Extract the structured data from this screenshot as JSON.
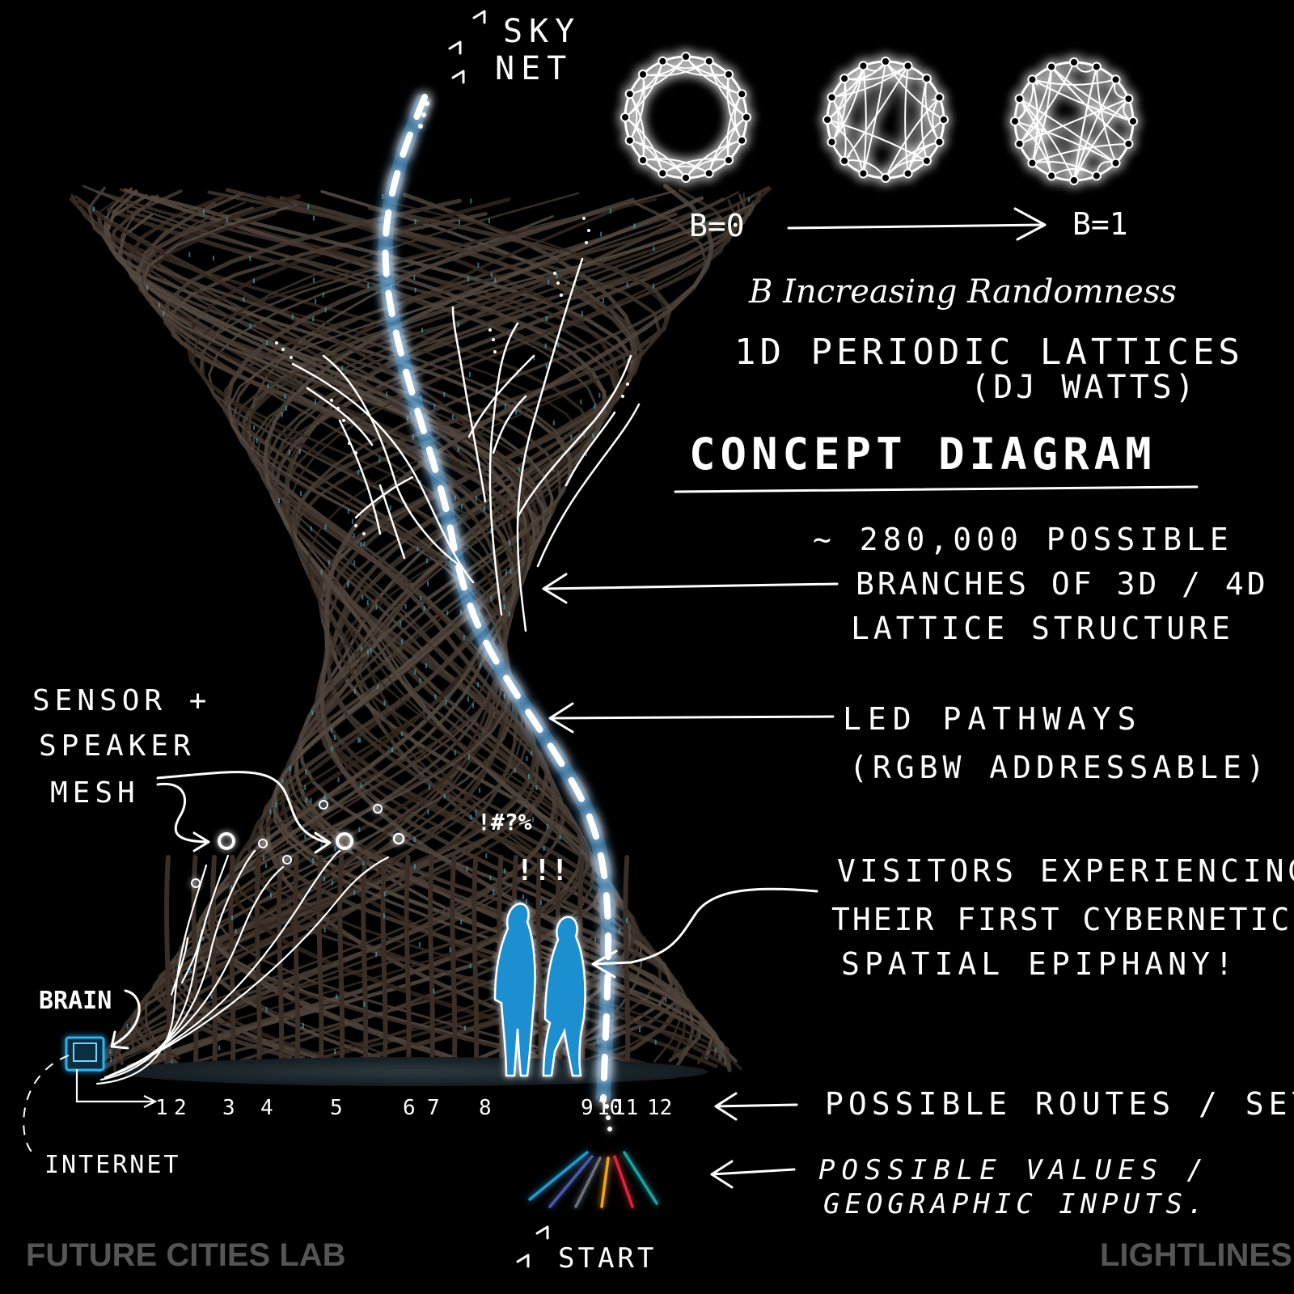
{
  "top": {
    "sky_line1": "SKY",
    "sky_line2": "NET"
  },
  "lattices": {
    "beta_start": "B=0",
    "beta_end": "B=1",
    "caption": "B Increasing Randomness",
    "title_line1": "1D PERIODIC LATTICES",
    "title_line2": "(DJ WATTS)"
  },
  "heading": "CONCEPT DIAGRAM",
  "callouts": {
    "branches": [
      "~ 280,000 POSSIBLE",
      "BRANCHES OF 3D / 4D",
      "LATTICE STRUCTURE"
    ],
    "led": [
      "LED PATHWAYS",
      "(RGBW ADDRESSABLE)"
    ],
    "visitors": [
      "VISITORS EXPERIENCING",
      "THEIR FIRST CYBERNETIC",
      "SPATIAL EPIPHANY!"
    ],
    "routes": "POSSIBLE ROUTES / SETS",
    "values": [
      "POSSIBLE VALUES /",
      "GEOGRAPHIC INPUTS."
    ],
    "sensor": [
      "SENSOR +",
      "SPEAKER",
      "MESH"
    ],
    "brain": "BRAIN",
    "internet": "INTERNET",
    "exclaim1": "!#?%",
    "exclaim2": "!!!",
    "start": "START"
  },
  "route_numbers": [
    "1",
    "2",
    "3",
    "4",
    "5",
    "6",
    "7",
    "8",
    "9",
    "10",
    "11",
    "12"
  ],
  "footer": {
    "left": "FUTURE CITIES LAB",
    "right": "LIGHTLINES"
  },
  "colors": {
    "background": "#000000",
    "glow": "#1aa3e6",
    "ink": "#ffffff",
    "structure": "#3a2e26",
    "footer": "#555555",
    "inputs": [
      "#1a9bd6",
      "#4b5aa8",
      "#6b7280",
      "#f2a31b",
      "#e0203c",
      "#17a3a3"
    ]
  }
}
